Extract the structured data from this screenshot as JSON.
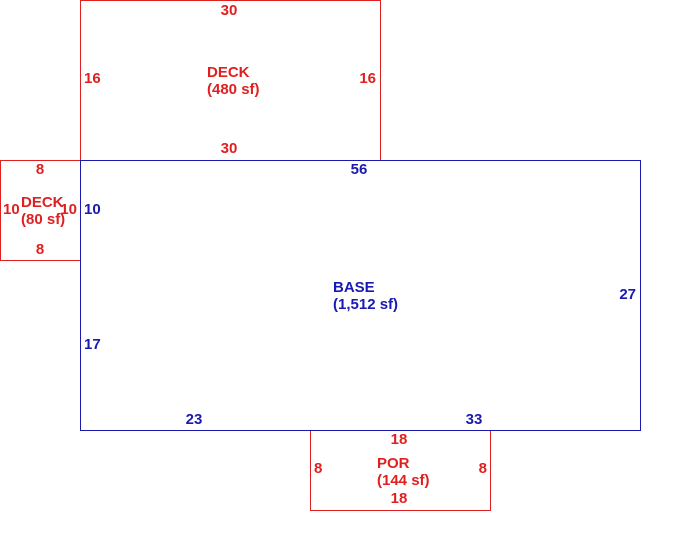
{
  "colors": {
    "deck": "#e02020",
    "base": "#1a1ab0"
  },
  "areas": {
    "deck_top": {
      "name": "DECK",
      "area": "(480 sf)",
      "dims": {
        "top": "30",
        "bottom": "30",
        "left": "16",
        "right": "16"
      }
    },
    "deck_left": {
      "name": "DECK",
      "area": "(80 sf)",
      "dims": {
        "top": "8",
        "bottom": "8",
        "left": "10",
        "right": "10"
      }
    },
    "base": {
      "name": "BASE",
      "area": "(1,512 sf)",
      "dims": {
        "top": "56",
        "right": "27",
        "left_upper": "10",
        "left_lower": "17",
        "bottom_left": "23",
        "bottom_right": "33"
      }
    },
    "porch": {
      "name": "POR",
      "area": "(144 sf)",
      "dims": {
        "top": "18",
        "bottom": "18",
        "left": "8",
        "right": "8"
      }
    }
  }
}
